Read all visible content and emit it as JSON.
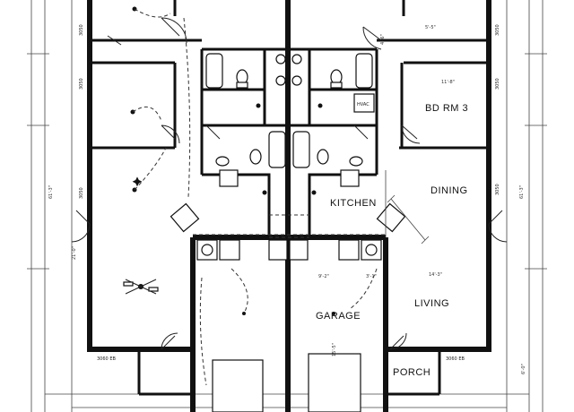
{
  "rooms": {
    "bd_rm_3": "BD RM 3",
    "dining": "DINING",
    "kitchen": "KITCHEN",
    "garage": "GARAGE",
    "living": "LIVING",
    "porch": "PORCH"
  },
  "labels": {
    "hvac": "HVAC",
    "window_left": "3060 EB",
    "window_right": "3060 EB",
    "w_3050_a": "3050",
    "w_3050_b": "3050",
    "w_3050_c": "3050",
    "w_3050_d": "3050",
    "w_3050_e": "3050",
    "w_3050_f": "3050"
  },
  "dimensions": {
    "d1": "5'-5\"",
    "d2": "11'-8\"",
    "d3": "14'-3\"",
    "d4": "9'-2\"",
    "d5": "3'-1\"",
    "d6": "6'-0\"",
    "d7": "15'-5\"",
    "d8": "4'-6\"",
    "d9": "21'-0\"",
    "d10": "61'-3\"",
    "d11": "61'-3\""
  }
}
